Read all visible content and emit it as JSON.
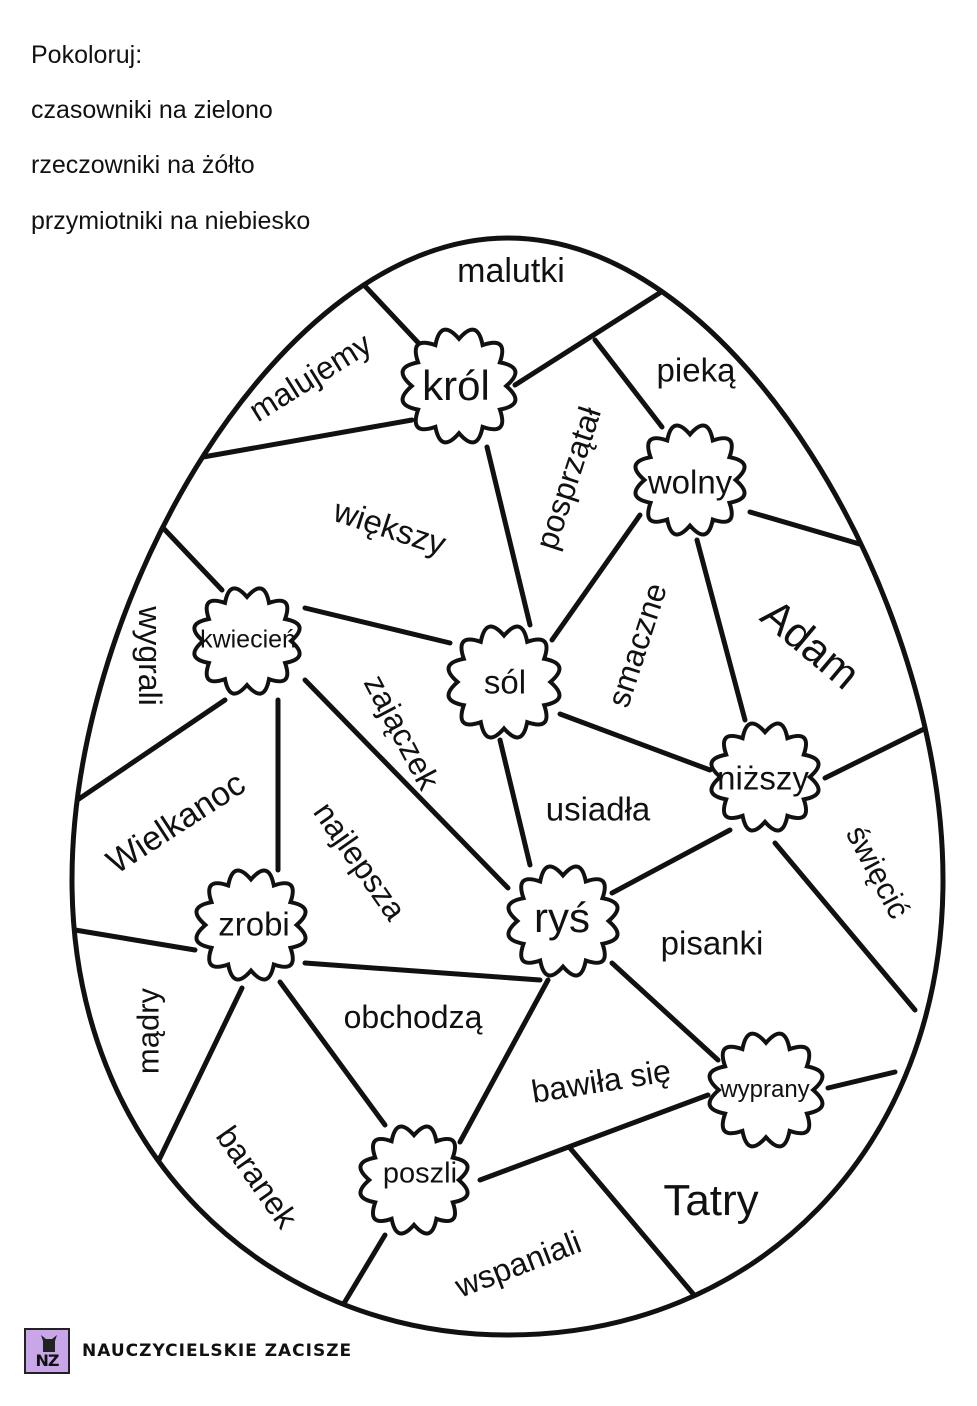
{
  "instructions": {
    "title": "Pokoloruj:",
    "verbs": "czasowniki na zielono",
    "nouns": "rzeczowniki na żółto",
    "adjectives": "przymiotniki na niebiesko"
  },
  "words": {
    "malutki": "malutki",
    "malujemy": "malujemy",
    "krol": "król",
    "pieka": "pieką",
    "posprzatal": "posprzątał",
    "wolny": "wolny",
    "wiekszy": "większy",
    "adam": "Adam",
    "wygrali": "wygrali",
    "kwiecien": "kwiecień",
    "smaczne": "smaczne",
    "zajaczek": "zajączek",
    "sol": "sól",
    "nizszy": "niższy",
    "wielkanoc": "Wielkanoc",
    "usiadla": "usiadła",
    "swiecic": "święcić",
    "najlepsza": "najlepsza",
    "rys": "ryś",
    "zrobi": "zrobi",
    "pisanki": "pisanki",
    "madry": "mądry",
    "obchodza": "obchodzą",
    "bawila_sie": "bawiła się",
    "wyprany": "wyprany",
    "baranek": "baranek",
    "poszli": "poszli",
    "tatry": "Tatry",
    "wspaniali": "wspaniali"
  },
  "footer": {
    "logo_text": "NZ",
    "brand": "NAUCZYCIELSKIE ZACISZE",
    "logo_color": "#c9a6e8"
  }
}
